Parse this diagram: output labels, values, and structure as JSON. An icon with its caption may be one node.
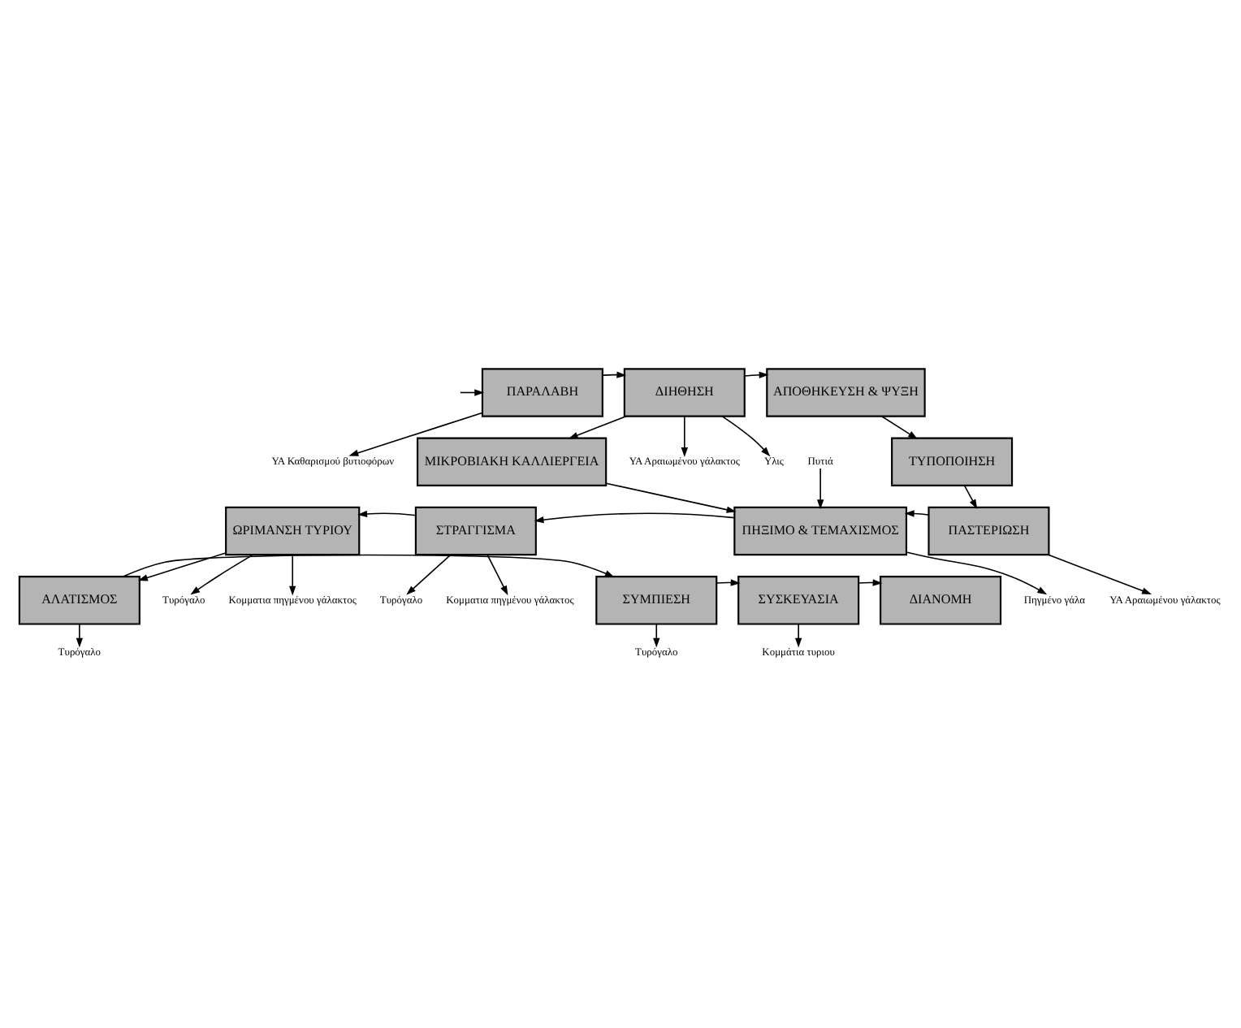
{
  "diagram": {
    "nodes": [
      {
        "text": [
          "ΠΑΡΑΛΑΒΗ"
        ]
      },
      {
        "text": [
          "ΔΙΗΘΗΣΗ"
        ]
      },
      {
        "text": [
          "ΑΠΟΘΗΚΕΥΣΗ & ΨΥΞΗ"
        ]
      },
      {
        "text": [
          "ΜΙΚΡΟΒΙΑΚΗ ΚΑΛΛΙΕΡΓΕΙΑ"
        ]
      },
      {
        "text": [
          "ΤΥΠΟΠΟΙΗΣΗ"
        ]
      },
      {
        "text": [
          "ΩΡΙΜΑΝΣΗ ΤΥΡΙΟΥ"
        ]
      },
      {
        "text": [
          "ΣΤΡΑΓΓΙΣΜΑ"
        ]
      },
      {
        "text": [
          "ΠΗΞΙΜΟ & ΤΕΜΑΧΙΣΜΟΣ"
        ]
      },
      {
        "text": [
          "ΠΑΣΤΕΡΙΩΣΗ"
        ]
      },
      {
        "text": [
          "ΑΛΑΤΙΣΜΟΣ"
        ]
      },
      {
        "text": [
          "ΣΥΜΠΙΕΣΗ"
        ]
      },
      {
        "text": [
          "ΣΥΣΚΕΥΑΣΙΑ"
        ]
      },
      {
        "text": [
          "ΔΙΑΝΟΜΗ"
        ]
      },
      {
        "text": [
          "ΥΑ Καθαρισμού βυτιοφόρων"
        ]
      },
      {
        "text": [
          "ΥΑ Αραιωμένου γάλακτος"
        ]
      },
      {
        "text": [
          "Υλις"
        ]
      },
      {
        "text": [
          "Πυτιά"
        ]
      },
      {
        "text": [
          "Τυρόγαλο"
        ]
      },
      {
        "text": [
          "Κομματια πηγμένου γάλακτος"
        ]
      },
      {
        "text": [
          "Τυρόγαλο"
        ]
      },
      {
        "text": [
          "Κομματια πηγμένου γάλακτος"
        ]
      },
      {
        "text": [
          "Πηγμένο γάλα"
        ]
      },
      {
        "text": [
          "ΥΑ Αραιωμένου γάλακτος"
        ]
      },
      {
        "text": [
          "Τυρόγαλο"
        ]
      },
      {
        "text": [
          "Τυρόγαλο"
        ]
      },
      {
        "text": [
          "Κομμάτια τυριου"
        ]
      }
    ],
    "edges": [
      {
        "from": null,
        "to": 0,
        "arrow": "to"
      },
      {
        "from": 0,
        "to": 1,
        "arrow": "to"
      },
      {
        "from": 1,
        "to": 2,
        "arrow": "to"
      },
      {
        "from": 0,
        "to": 13,
        "arrow": "to"
      },
      {
        "from": 1,
        "to": 14,
        "arrow": "to"
      },
      {
        "from": 1,
        "to": 15,
        "arrow": "to"
      },
      {
        "from": 1,
        "to": 3,
        "arrow": "to"
      },
      {
        "from": 2,
        "to": 4,
        "arrow": "to"
      },
      {
        "from": 3,
        "to": 7,
        "arrow": "to"
      },
      {
        "from": 16,
        "to": 7,
        "arrow": "to"
      },
      {
        "from": 4,
        "to": 8,
        "arrow": "to"
      },
      {
        "from": 8,
        "to": 7,
        "arrow": "to"
      },
      {
        "from": 7,
        "to": 6,
        "arrow": "to"
      },
      {
        "from": 6,
        "to": 5,
        "arrow": "to"
      },
      {
        "from": 5,
        "to": 17,
        "arrow": "to"
      },
      {
        "from": 5,
        "to": 18,
        "arrow": "to"
      },
      {
        "from": 6,
        "to": 19,
        "arrow": "to"
      },
      {
        "from": 6,
        "to": 20,
        "arrow": "to"
      },
      {
        "from": 7,
        "to": 21,
        "arrow": "to"
      },
      {
        "from": 8,
        "to": 22,
        "arrow": "to"
      },
      {
        "from": 5,
        "to": 9,
        "arrow": "to"
      },
      {
        "from": 9,
        "to": 10,
        "arrow": "to"
      },
      {
        "from": 10,
        "to": 11,
        "arrow": "to"
      },
      {
        "from": 11,
        "to": 12,
        "arrow": "to"
      },
      {
        "from": 9,
        "to": 23,
        "arrow": "to"
      },
      {
        "from": 10,
        "to": 24,
        "arrow": "to"
      },
      {
        "from": 11,
        "to": 25,
        "arrow": "to"
      }
    ]
  }
}
